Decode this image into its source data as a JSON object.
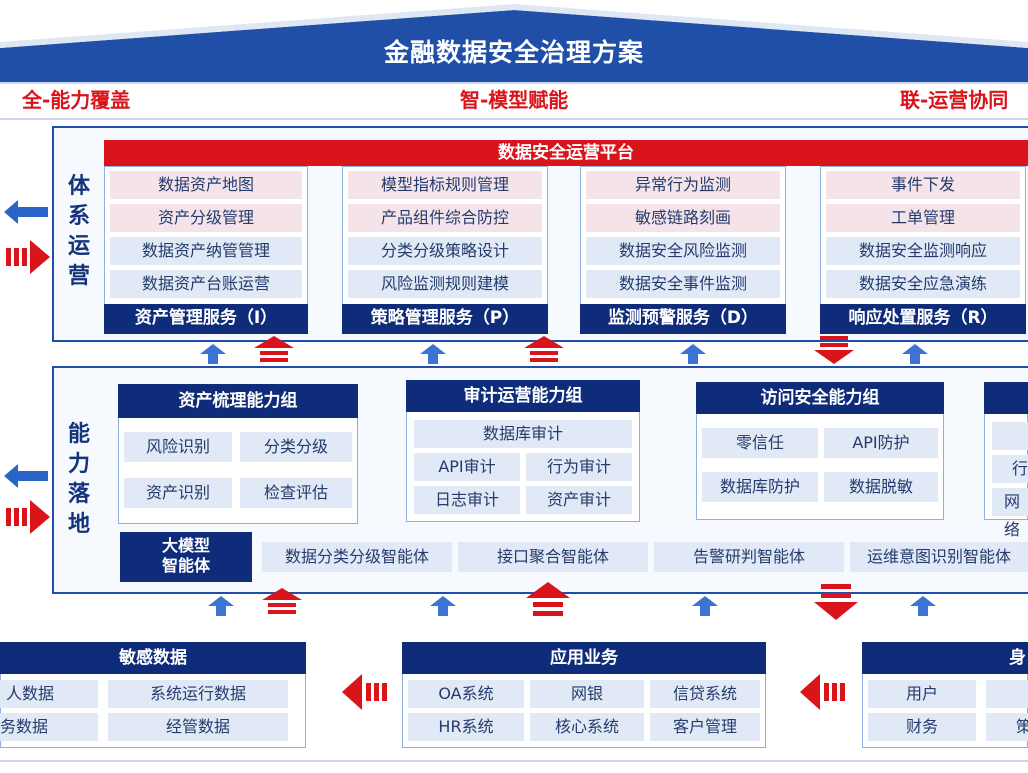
{
  "title": "金融数据安全治理方案",
  "pillars": [
    "全-能力覆盖",
    "智-模型赋能",
    "联-运营协同"
  ],
  "ops": {
    "label": "体系运营",
    "platform": "数据安全运营平台",
    "services": [
      {
        "items": [
          "数据资产地图",
          "资产分级管理",
          "数据资产纳管管理",
          "数据资产台账运营"
        ],
        "footer": "资产管理服务（I）"
      },
      {
        "items": [
          "模型指标规则管理",
          "产品组件综合防控",
          "分类分级策略设计",
          "风险监测规则建模"
        ],
        "footer": "策略管理服务（P）"
      },
      {
        "items": [
          "异常行为监测",
          "敏感链路刻画",
          "数据安全风险监测",
          "数据安全事件监测"
        ],
        "footer": "监测预警服务（D）"
      },
      {
        "items": [
          "事件下发",
          "工单管理",
          "数据安全监测响应",
          "数据安全应急演练"
        ],
        "footer": "响应处置服务（R）"
      }
    ]
  },
  "capability": {
    "label": "能力落地",
    "groups": [
      {
        "title": "资产梳理能力组",
        "items": [
          "风险识别",
          "分类分级",
          "资产识别",
          "检查评估"
        ]
      },
      {
        "title": "审计运营能力组",
        "items": [
          "数据库审计",
          "API审计",
          "行为审计",
          "日志审计",
          "资产审计"
        ]
      },
      {
        "title": "访问安全能力组",
        "items": [
          "零信任",
          "API防护",
          "数据库防护",
          "数据脱敏"
        ]
      },
      {
        "title": "",
        "items": [
          "",
          "行",
          "网络"
        ]
      }
    ],
    "llm_label_1": "大模型",
    "llm_label_2": "智能体",
    "agents": [
      "数据分类分级智能体",
      "接口聚合智能体",
      "告警研判智能体",
      "运维意图识别智能体"
    ]
  },
  "bottom": {
    "sensitive": {
      "title": "敏感数据",
      "items": [
        "人数据",
        "系统运行数据",
        "务数据",
        "经管数据"
      ]
    },
    "apps": {
      "title": "应用业务",
      "items": [
        "OA系统",
        "网银",
        "信贷系统",
        "HR系统",
        "核心系统",
        "客户管理"
      ]
    },
    "identity": {
      "title": "身",
      "items": [
        "用户",
        "",
        "财务",
        "策"
      ]
    }
  },
  "colors": {
    "navy": "#0f2c7a",
    "red": "#d9141b",
    "light_blue": "#e1e9f7",
    "pink": "#f4e4ea"
  }
}
